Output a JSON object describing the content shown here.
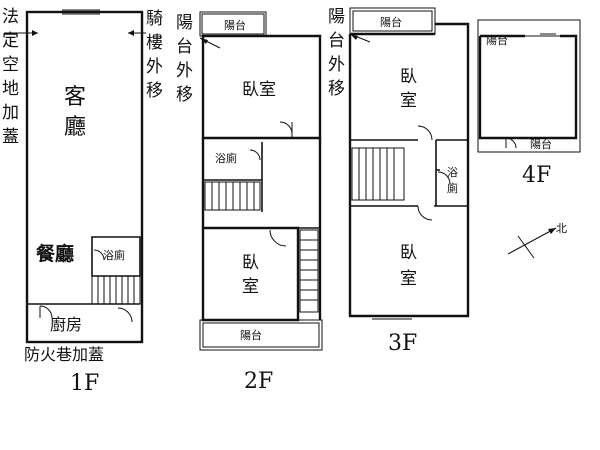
{
  "plan_1f": {
    "legal_open_space": "法定空地加蓋",
    "arcade_shift": "騎樓外移",
    "living_room": "客廳",
    "dining_room": "餐廳",
    "bathroom": "浴廁",
    "kitchen": "廚房",
    "fire_lane": "防火巷加蓋",
    "floor_label": "1F"
  },
  "plan_2f": {
    "balcony_top": "陽台",
    "balcony_shift": "陽台外移",
    "bedroom_top": "臥室",
    "bathroom": "浴廁",
    "bedroom_bottom": "臥室",
    "balcony_bottom": "陽台",
    "floor_label": "2F"
  },
  "plan_3f": {
    "balcony_shift": "陽台外移",
    "balcony_top": "陽台",
    "bedroom_top": "臥室",
    "bathroom": "浴廁",
    "bedroom_bottom": "臥室",
    "floor_label": "3F"
  },
  "plan_4f": {
    "balcony_top": "陽台",
    "balcony_bottom": "陽台",
    "floor_label": "4F"
  },
  "compass": {
    "north": "北"
  }
}
